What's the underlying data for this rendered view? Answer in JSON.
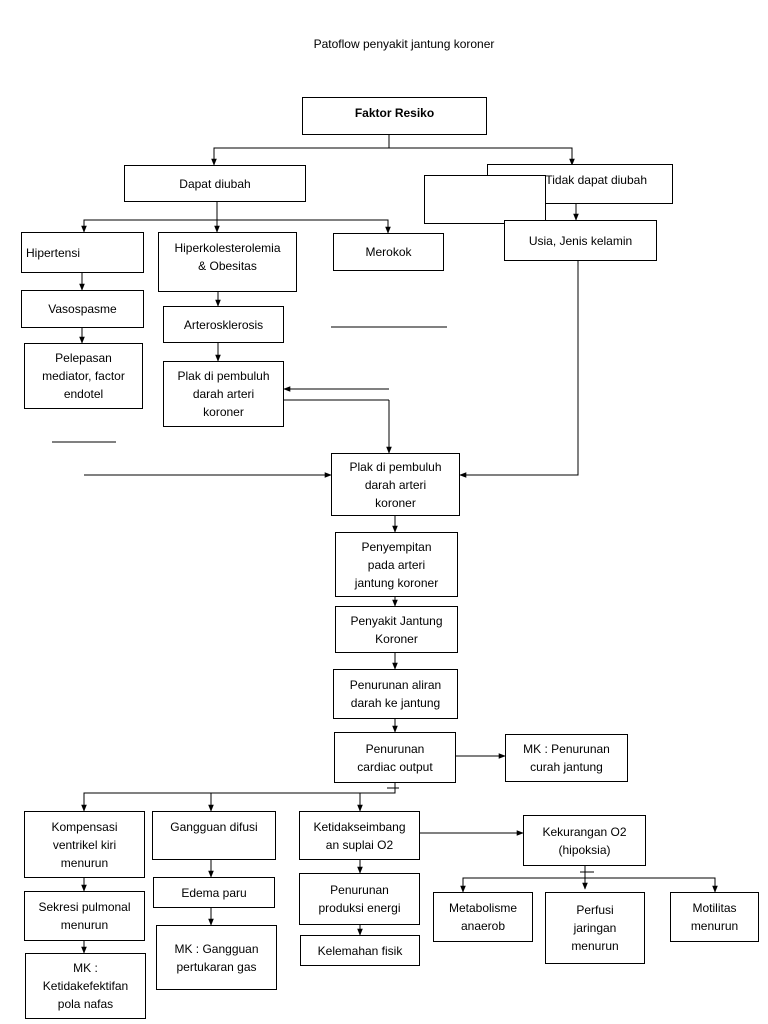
{
  "title": "Patoflow penyakit jantung koroner",
  "nodes": {
    "faktor_resiko": "Faktor Resiko",
    "dapat_diubah": "Dapat diubah",
    "tidak_dapat_diubah": "Tidak dapat diubah",
    "usia_jenis_kelamin": "Usia, Jenis kelamin",
    "hipertensi": "Hipertensi",
    "hiperkolesterolemia": "Hiperkolesterolemia\n& Obesitas",
    "merokok": "Merokok",
    "vasospasme": "Vasospasme",
    "pelepasan_mediator": "Pelepasan\nmediator, factor\nendotel",
    "arterosklerosis": "Arterosklerosis",
    "plak_1": "Plak di pembuluh\ndarah arteri\nkoroner",
    "plak_2": "Plak di pembuluh\ndarah arteri\nkoroner",
    "penyempitan": "Penyempitan\npada arteri\njantung koroner",
    "pjk": "Penyakit Jantung\nKoroner",
    "penurunan_aliran": "Penurunan aliran\ndarah ke jantung",
    "penurunan_cardiac": "Penurunan\ncardiac output",
    "mk_curah": "MK : Penurunan\ncurah jantung",
    "kompensasi": "Kompensasi\nventrikel kiri\nmenurun",
    "gangguan_difusi": "Gangguan difusi",
    "ketidakseimbangan": "Ketidakseimbang\nan suplai O2",
    "kekurangan_o2": "Kekurangan O2\n(hipoksia)",
    "sekresi": "Sekresi pulmonal\nmenurun",
    "edema": "Edema paru",
    "penurunan_energi": "Penurunan\nproduksi energi",
    "metabolisme": "Metabolisme\nanaerob",
    "perfusi": "Perfusi\njaringan\nmenurun",
    "motilitas": "Motilitas\nmenurun",
    "mk_pola": "MK :\nKetidakefektifan\npola nafas",
    "mk_gas": "MK : Gangguan\npertukaran gas",
    "kelemahan": "Kelemahan fisik"
  }
}
